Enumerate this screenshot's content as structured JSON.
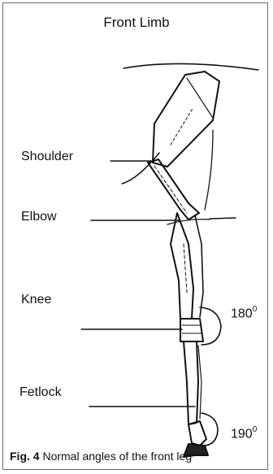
{
  "title": "Front Limb",
  "labels": {
    "shoulder": "Shoulder",
    "elbow": "Elbow",
    "knee": "Knee",
    "fetlock": "Fetlock"
  },
  "angles": {
    "knee": {
      "value": "180",
      "unit": "0"
    },
    "fetlock": {
      "value": "190",
      "unit": "0"
    }
  },
  "caption": {
    "figure": "Fig. 4",
    "text": "Normal angles of the front leg"
  }
}
